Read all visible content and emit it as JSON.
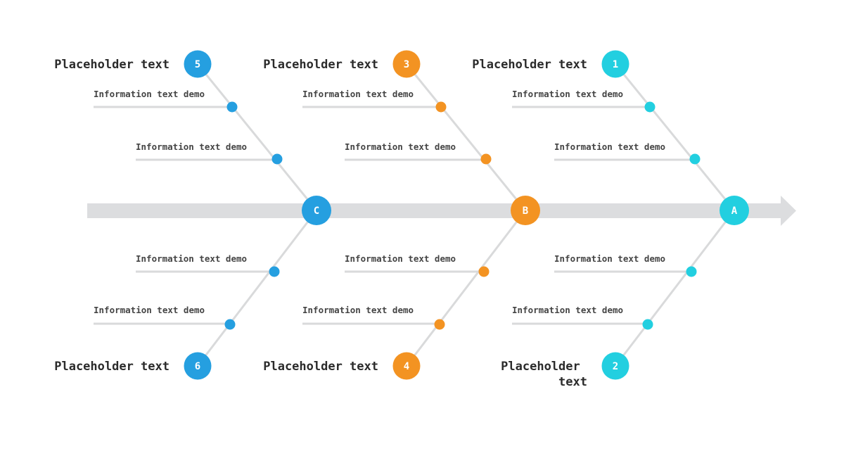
{
  "colors": {
    "blue": "#259fe0",
    "orange": "#f39322",
    "cyan": "#22cfe0",
    "spine": "#dcdddf",
    "line": "#d9dadb"
  },
  "hubs": [
    {
      "id": "C",
      "label": "C",
      "color": "blue"
    },
    {
      "id": "B",
      "label": "B",
      "color": "orange"
    },
    {
      "id": "A",
      "label": "A",
      "color": "cyan"
    }
  ],
  "categories": [
    {
      "number": "5",
      "title": "Placeholder text",
      "color": "blue",
      "items": [
        "Information text demo",
        "Information text demo"
      ]
    },
    {
      "number": "3",
      "title": "Placeholder text",
      "color": "orange",
      "items": [
        "Information text demo",
        "Information text demo"
      ]
    },
    {
      "number": "1",
      "title": "Placeholder text",
      "color": "cyan",
      "items": [
        "Information text demo",
        "Information text demo"
      ]
    },
    {
      "number": "6",
      "title": "Placeholder text",
      "color": "blue",
      "items": [
        "Information text demo",
        "Information text demo"
      ]
    },
    {
      "number": "4",
      "title": "Placeholder text",
      "color": "orange",
      "items": [
        "Information text demo",
        "Information text demo"
      ]
    },
    {
      "number": "2",
      "title": "Placeholder text",
      "color": "cyan",
      "items": [
        "Information text demo",
        "Information text demo"
      ]
    }
  ]
}
